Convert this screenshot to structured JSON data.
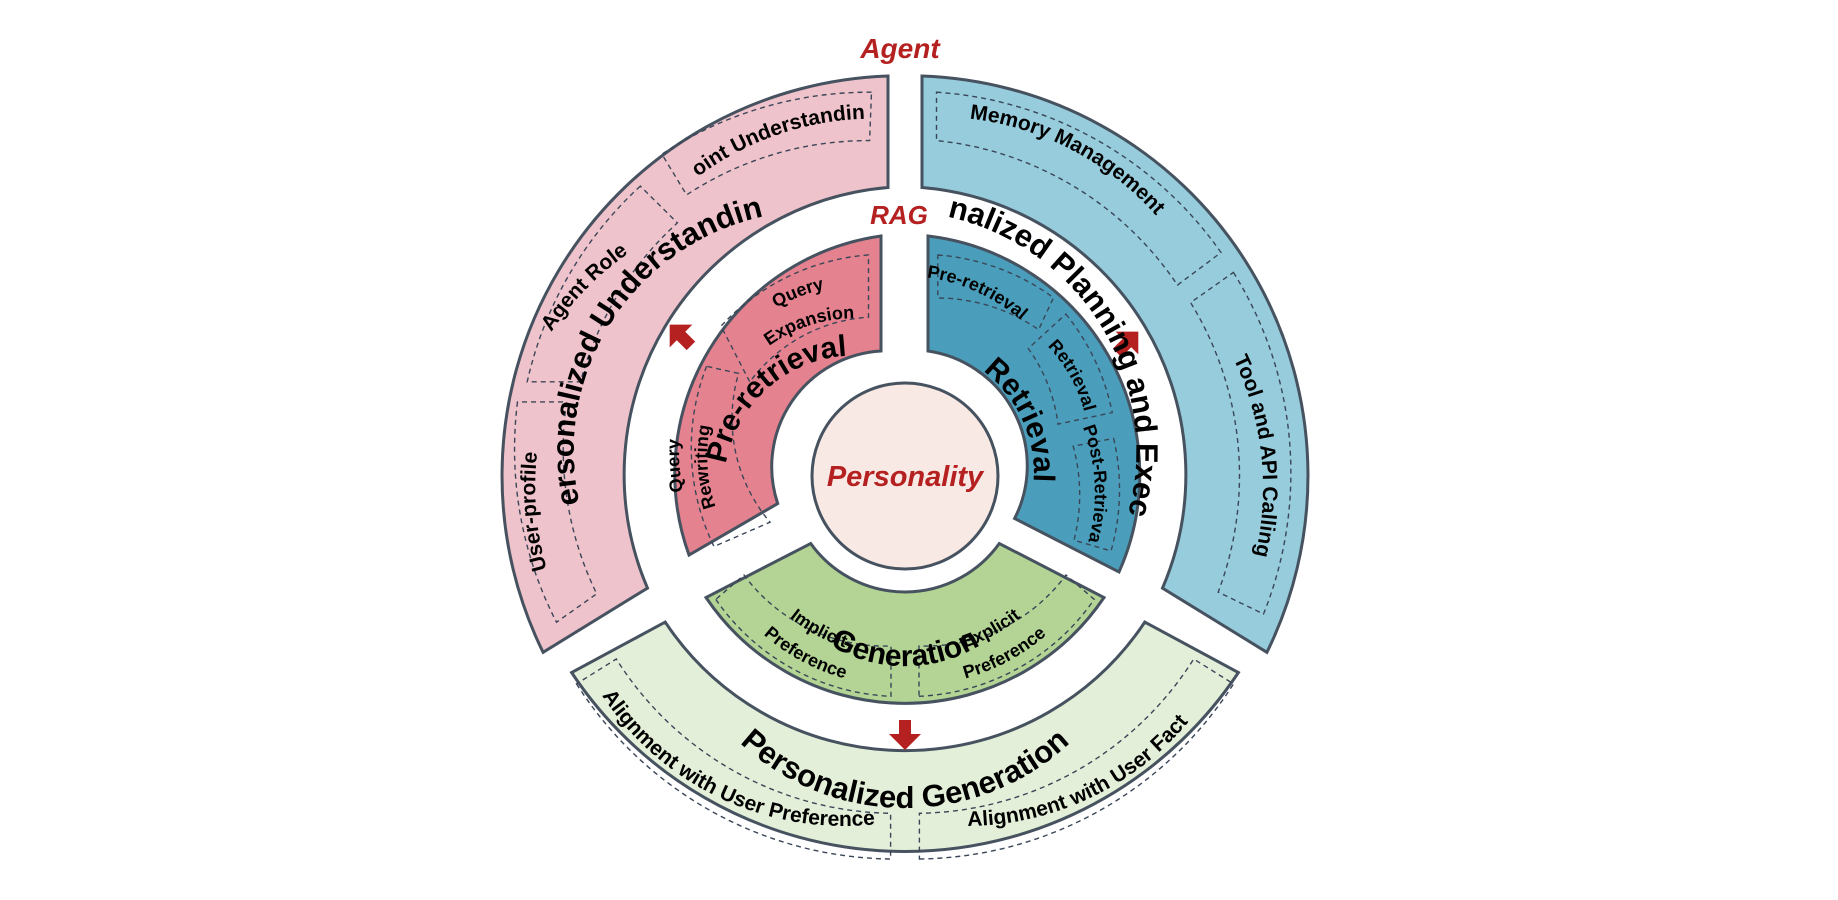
{
  "outer_label": "Agent",
  "inner_label": "RAG",
  "center_label": "Personality",
  "colors": {
    "understanding_fill": "#efc3cb",
    "planning_fill": "#96ccdc",
    "generation_outer_fill": "#e4efd9",
    "preretrieval_fill": "#e5828f",
    "retrieval_fill": "#4a9ebb",
    "generation_inner_fill": "#b3d494",
    "center_fill": "#f9e9e5",
    "accent_red": "#b52020",
    "stroke": "#46525f"
  },
  "agent": {
    "understanding": {
      "title": "Personalized Understanding",
      "items": [
        "Joint Understanding",
        "Agent Role",
        "User-profile"
      ]
    },
    "planning": {
      "title": "Personalized Planning and Execution",
      "items": [
        "Memory Management",
        "Tool and API Calling"
      ]
    },
    "generation": {
      "title": "Personalized Generation",
      "items": [
        "Alignment with User Preference",
        "Alignment with User Fact"
      ]
    }
  },
  "rag": {
    "pre_retrieval": {
      "title": "Pre-retrieval",
      "items": [
        [
          "Query",
          "Expansion"
        ],
        [
          "Query",
          "Rewriting"
        ]
      ]
    },
    "retrieval": {
      "title": "Retrieval",
      "items": [
        "Pre-retrieval",
        "Retrieval",
        "Post-Retrieval"
      ]
    },
    "generation": {
      "title": "Generation",
      "items": [
        [
          "Implicit",
          "Preference"
        ],
        [
          "Explicit",
          "Preference"
        ]
      ]
    }
  }
}
